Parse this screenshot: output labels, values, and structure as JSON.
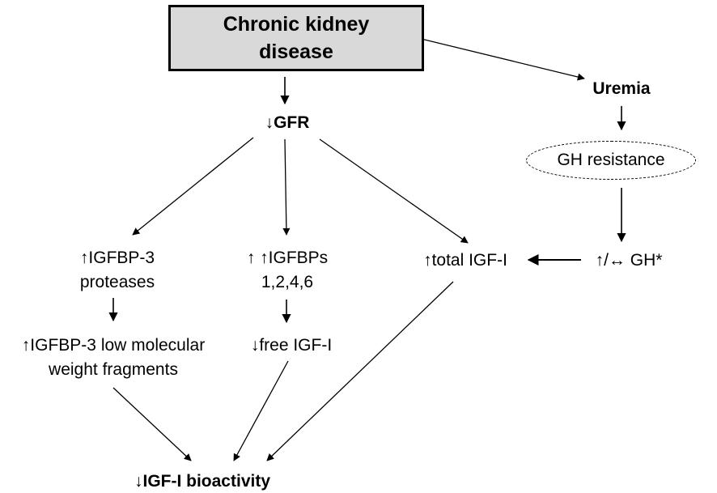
{
  "root": {
    "line1": "Chronic kidney",
    "line2": "disease"
  },
  "gfr": "↓GFR",
  "uremia": "Uremia",
  "gh_resistance": "GH resistance",
  "igfbp3_proteases": {
    "line1": "↑IGFBP-3",
    "line2": "proteases"
  },
  "igfbps": {
    "line1": "↑ ↑IGFBPs",
    "line2": "1,2,4,6"
  },
  "total_igf": "↑total IGF-I",
  "gh": "↑/↔ GH*",
  "igfbp3_fragments": {
    "line1": "↑IGFBP-3 low molecular",
    "line2": "weight fragments"
  },
  "free_igf": "↓free IGF-I",
  "bioactivity": "↓IGF-I bioactivity"
}
